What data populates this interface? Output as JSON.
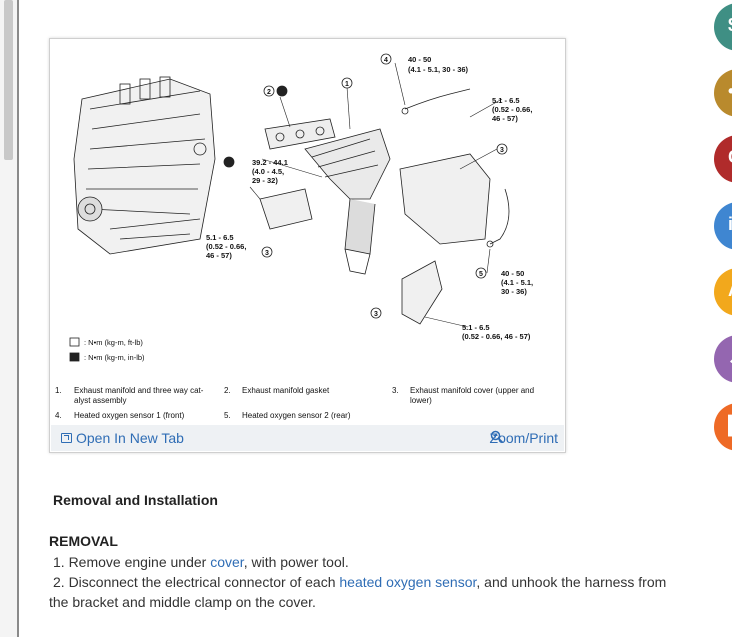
{
  "figure": {
    "callouts": {
      "torque1": [
        "40 - 50",
        "(4.1 - 5.1, 30 - 36)"
      ],
      "torque2": [
        "5.1 - 6.5",
        "(0.52 - 0.66,",
        "46 - 57)"
      ],
      "torque3": [
        "39.2 - 44.1",
        "(4.0 - 4.5,",
        "29 - 32)"
      ],
      "torque4": [
        "5.1 - 6.5",
        "(0.52 - 0.66,",
        "46 - 57)"
      ],
      "torque5": [
        "40 - 50",
        "(4.1 - 5.1,",
        "30 - 36)"
      ],
      "torque6": [
        "5.1 - 6.5",
        "(0.52 - 0.66, 46 - 57)"
      ]
    },
    "unit_legend": [
      ": N•m (kg-m, ft-lb)",
      ": N•m (kg-m, in-lb)"
    ],
    "legend": [
      {
        "num": "1.",
        "text": [
          "Exhaust manifold and three way cat-",
          "alyst assembly"
        ]
      },
      {
        "num": "2.",
        "text": [
          "Exhaust manifold gasket"
        ]
      },
      {
        "num": "3.",
        "text": [
          "Exhaust manifold cover (upper and",
          "lower)"
        ]
      },
      {
        "num": "4.",
        "text": [
          "Heated oxygen sensor 1 (front)"
        ]
      },
      {
        "num": "5.",
        "text": [
          "Heated oxygen sensor 2 (rear)"
        ]
      }
    ],
    "toolbar": {
      "open_label": "Open In New Tab",
      "zoom_label": "Zoom/Print"
    }
  },
  "content": {
    "section_title": "Removal and Installation",
    "subsection_title": "REMOVAL",
    "steps": [
      {
        "pre": "1. Remove engine under ",
        "link": "cover",
        "post": ", with power tool."
      },
      {
        "pre": "2. Disconnect the electrical connector of each ",
        "link": "heated oxygen sensor",
        "post": ", and unhook the harness from"
      },
      {
        "cont": "the bracket and middle clamp on the cover."
      }
    ]
  },
  "share_buttons": [
    {
      "name": "share-dollar-icon",
      "color": "#3f8f84",
      "glyph": "$"
    },
    {
      "name": "share-gold-icon",
      "color": "#b98a2d",
      "glyph": "•"
    },
    {
      "name": "share-red-icon",
      "color": "#b02b2b",
      "glyph": "C"
    },
    {
      "name": "share-blue-icon",
      "color": "#3f86d1",
      "glyph": "i"
    },
    {
      "name": "share-amber-icon",
      "color": "#f2a81c",
      "glyph": "A"
    },
    {
      "name": "share-purple-icon",
      "color": "#9466b0",
      "glyph": "↗"
    },
    {
      "name": "share-orange-icon",
      "color": "#ee6a26",
      "glyph": "▌"
    }
  ]
}
